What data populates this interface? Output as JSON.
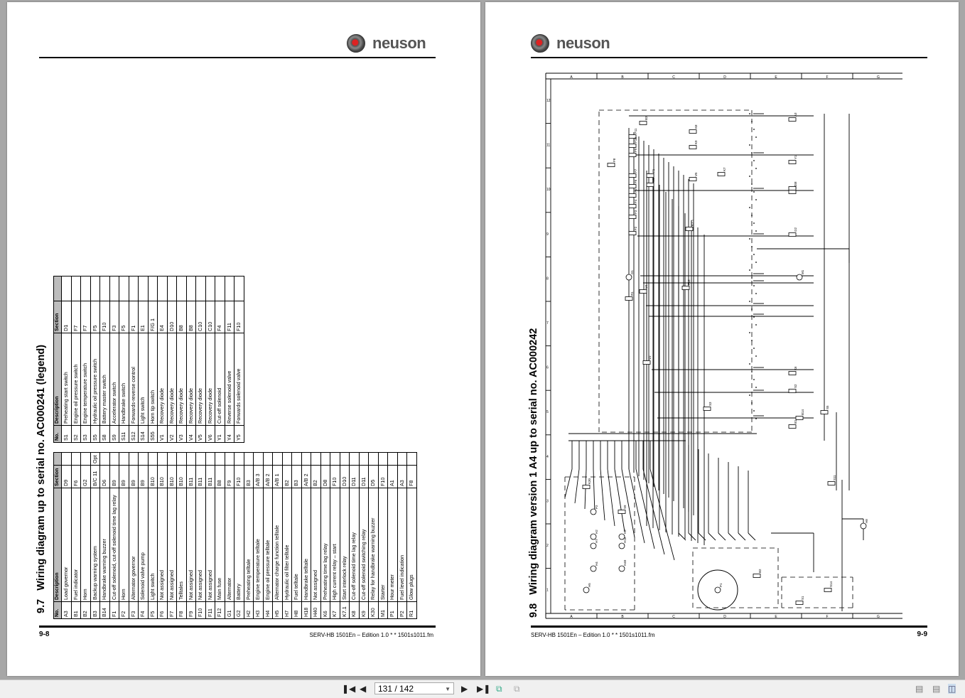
{
  "brand": "neuson",
  "left_page": {
    "section_number": "9.7",
    "title": "Wiring diagram up to serial no. AC000241 (legend)",
    "page_number": "9-8",
    "footer": "SERV-HB 1501En – Edition 1.0 * * 1501s1011.fm",
    "table_headers": [
      "No.",
      "Description",
      "Section",
      ""
    ],
    "table1_rows": [
      [
        "A3",
        "Load governor",
        "D9",
        ""
      ],
      [
        "B1",
        "Fuel indicator",
        "F6",
        ""
      ],
      [
        "B2",
        "Horn",
        "G2",
        ""
      ],
      [
        "B3",
        "Backup warning system",
        "B/C 11",
        "Opt"
      ],
      [
        "B14",
        "Handbrake warning buzzer",
        "D6",
        ""
      ],
      [
        "F1",
        "Cut-off solenoid, cut-off solenoid time lag relay",
        "B9",
        ""
      ],
      [
        "F2",
        "Horn",
        "B9",
        ""
      ],
      [
        "F3",
        "Alternator governor",
        "B9",
        ""
      ],
      [
        "F4",
        "Solenoid valve pump",
        "B9",
        ""
      ],
      [
        "F5",
        "Light switch",
        "B10",
        ""
      ],
      [
        "F6",
        "Not assigned",
        "B10",
        ""
      ],
      [
        "F7",
        "Not assigned",
        "B10",
        ""
      ],
      [
        "F8",
        "Telltales",
        "B10",
        ""
      ],
      [
        "F9",
        "Not assigned",
        "B11",
        ""
      ],
      [
        "F10",
        "Not assigned",
        "B11",
        ""
      ],
      [
        "F11",
        "Not assigned",
        "B11",
        ""
      ],
      [
        "F12",
        "Main fuse",
        "B8",
        ""
      ],
      [
        "G1",
        "Alternator",
        "F9",
        ""
      ],
      [
        "G2",
        "Battery",
        "F10",
        ""
      ],
      [
        "H2",
        "Preheating telltale",
        "B3",
        ""
      ],
      [
        "H3",
        "Engine temperature telltale",
        "A/B 3",
        ""
      ],
      [
        "H4",
        "Engine oil pressure telltale",
        "A/B 2",
        ""
      ],
      [
        "H5",
        "Alternator charge function telltale",
        "A/B 1",
        ""
      ],
      [
        "H7",
        "Hydraulic oil filter telltale",
        "B2",
        ""
      ],
      [
        "H8",
        "Fuel telltale",
        "B3",
        ""
      ],
      [
        "H18",
        "Handbrake telltale",
        "A/B 2",
        ""
      ],
      [
        "H40",
        "Not assigned",
        "B2",
        ""
      ],
      [
        "K6",
        "Preheating time lag relay",
        "D8",
        ""
      ],
      [
        "K7",
        "High current relay – start",
        "F10",
        ""
      ],
      [
        "K7.1",
        "Start interlock relay",
        "D10",
        ""
      ],
      [
        "K8",
        "Cut-off solenoid time lag relay",
        "D11",
        ""
      ],
      [
        "K9",
        "Cut-off solenoid switching relay",
        "D11",
        ""
      ],
      [
        "K30",
        "Relay for handbrake warning buzzer",
        "D5",
        ""
      ],
      [
        "M1",
        "Starter",
        "F10",
        ""
      ],
      [
        "P1",
        "Hour meter",
        "A1",
        ""
      ],
      [
        "P2",
        "Fuel level indication",
        "A3",
        ""
      ],
      [
        "R1",
        "Glow plugs",
        "F8",
        ""
      ]
    ],
    "table2_rows": [
      [
        "S1",
        "Preheating start switch",
        "D1",
        ""
      ],
      [
        "S2",
        "Engine oil pressure switch",
        "F7",
        ""
      ],
      [
        "S3",
        "Engine temperature switch",
        "F7",
        ""
      ],
      [
        "S5",
        "Hydraulic oil pressure switch",
        "F5",
        ""
      ],
      [
        "S8",
        "Battery master switch",
        "F10",
        ""
      ],
      [
        "S9",
        "Accelerator switch",
        "F3",
        ""
      ],
      [
        "S11",
        "Handbrake switch",
        "F5",
        ""
      ],
      [
        "S12",
        "Forwards-reverse control",
        "F1",
        ""
      ],
      [
        "S14",
        "Light switch",
        "E1",
        ""
      ],
      [
        "S55",
        "Horn tip switch",
        "F/G 1",
        ""
      ],
      [
        "V1",
        "Recovery diode",
        "E4",
        ""
      ],
      [
        "V2",
        "Recovery diode",
        "D10",
        ""
      ],
      [
        "V3",
        "Recovery diode",
        "B8",
        ""
      ],
      [
        "V4",
        "Recovery diode",
        "B8",
        ""
      ],
      [
        "V5",
        "Recovery diode",
        "C10",
        ""
      ],
      [
        "V6",
        "Recovery diode",
        "C10",
        ""
      ],
      [
        "Y1",
        "Cut-off solenoid",
        "F4",
        ""
      ],
      [
        "Y4",
        "Reverse solenoid valve",
        "F11",
        ""
      ],
      [
        "Y5",
        "Forwards solenoid valve",
        "F10",
        ""
      ]
    ]
  },
  "right_page": {
    "section_number": "9.8",
    "title": "Wiring diagram version 1 A4 up to serial no. AC000242",
    "page_number": "9-9",
    "footer": "SERV-HB 1501En – Edition 1.0 * * 1501s1011.fm",
    "column_letters": [
      "A",
      "B",
      "C",
      "D",
      "E",
      "F",
      "G"
    ],
    "row_numbers": [
      "12",
      "11",
      "10",
      "9",
      "8",
      "7",
      "6",
      "5",
      "4",
      "3",
      "2",
      "1"
    ],
    "component_labels": [
      "B3",
      "F11",
      "F10",
      "F9",
      "K8",
      "K9",
      "F8",
      "F7",
      "F6",
      "F5",
      "F4",
      "F3",
      "F2",
      "F1",
      "V6",
      "V5",
      "K7",
      "K7.1",
      "A3",
      "Y1",
      "Y4",
      "S8",
      "G2",
      "M1",
      "G1",
      "R1",
      "F12",
      "V4",
      "V3",
      "K6",
      "S2",
      "S3",
      "B14",
      "B1",
      "S5",
      "K30",
      "S11",
      "P2",
      "S9",
      "H3",
      "H2",
      "H18",
      "H7",
      "H40",
      "H4",
      "H5",
      "H8",
      "P1",
      "B2",
      "S1",
      "S14",
      "S12",
      "S55"
    ]
  },
  "toolbar": {
    "page_indicator": "131 / 142",
    "icons": [
      "first-page-icon",
      "previous-page-icon",
      "next-page-icon",
      "last-page-icon",
      "rotate-icon",
      "rotate-disabled-icon",
      "single-page-icon",
      "continuous-page-icon",
      "two-page-icon"
    ]
  }
}
